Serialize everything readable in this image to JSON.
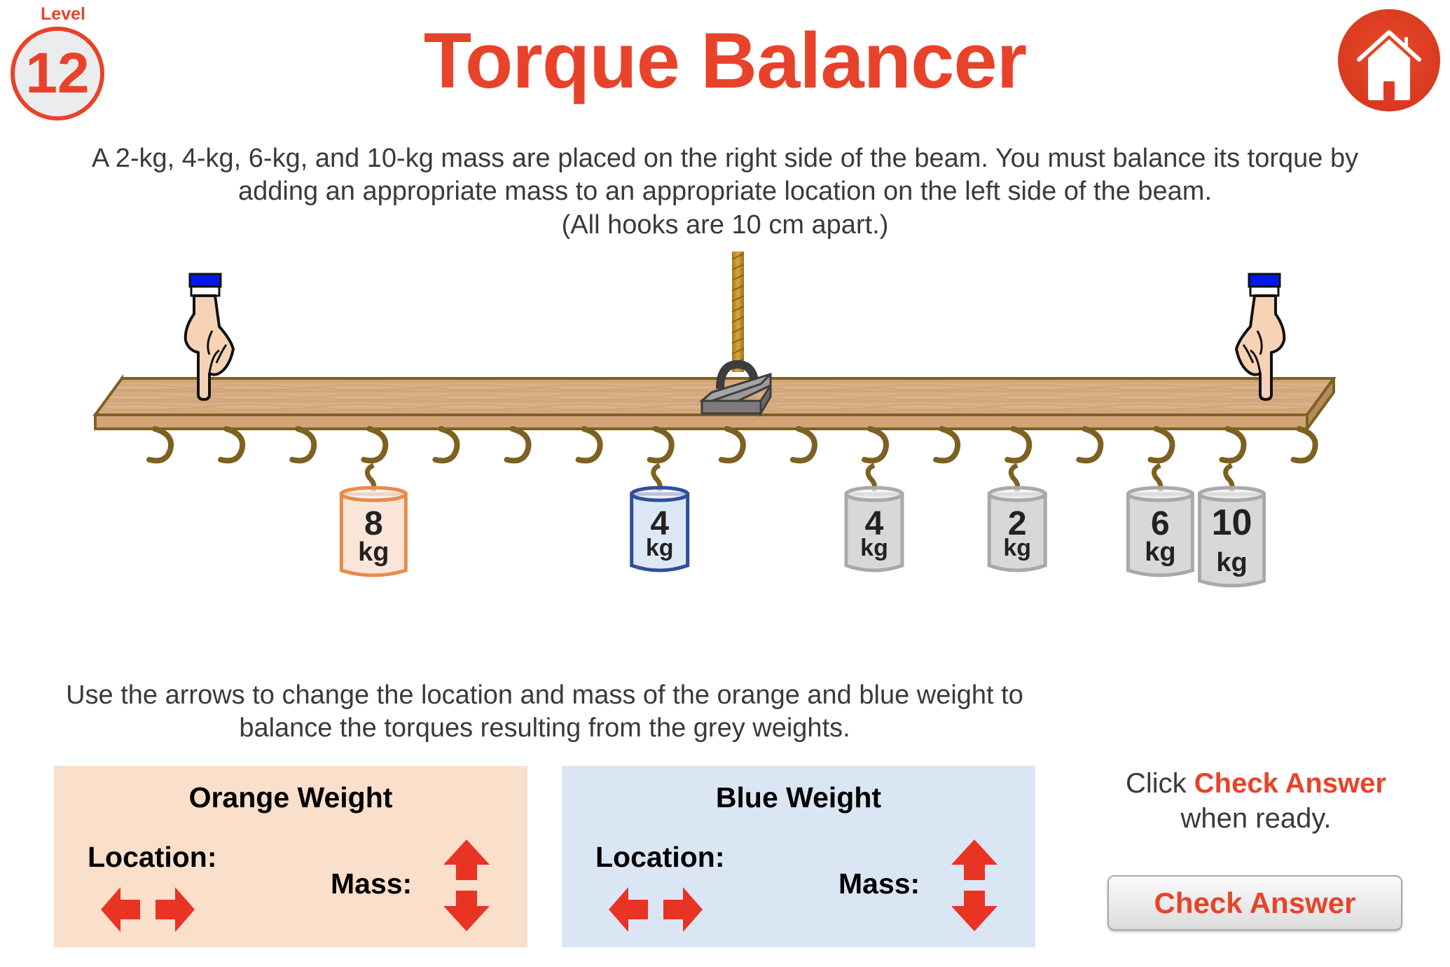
{
  "header": {
    "level_label": "Level",
    "level_number": "12",
    "title": "Torque Balancer",
    "home_icon": "home-icon"
  },
  "description": {
    "line1": "A 2-kg, 4-kg, 6-kg, and 10-kg mass are placed on the right side of the beam. You must balance its torque by",
    "line2": "adding an appropriate mass to an appropriate location on the left side of the beam.",
    "line3": "(All hooks are 10 cm apart.)"
  },
  "beam": {
    "hook_count": 17,
    "pivot_hook_index": 8,
    "hook_spacing_cm": 10,
    "weights": [
      {
        "id": "orange",
        "mass": "8",
        "unit": "kg",
        "hook_index": 3,
        "fill": "#fae5d8",
        "stroke": "#e88a4a",
        "adjustable": true
      },
      {
        "id": "blue",
        "mass": "4",
        "unit": "kg",
        "hook_index": 7,
        "fill": "#dde8f6",
        "stroke": "#2f4f9a",
        "adjustable": true
      },
      {
        "id": "grey-4",
        "mass": "4",
        "unit": "kg",
        "hook_index": 10,
        "fill": "#d8d8d8",
        "stroke": "#a9a9a9",
        "adjustable": false
      },
      {
        "id": "grey-2",
        "mass": "2",
        "unit": "kg",
        "hook_index": 12,
        "fill": "#d8d8d8",
        "stroke": "#a9a9a9",
        "adjustable": false
      },
      {
        "id": "grey-6",
        "mass": "6",
        "unit": "kg",
        "hook_index": 14,
        "fill": "#d8d8d8",
        "stroke": "#a9a9a9",
        "adjustable": false
      },
      {
        "id": "grey-10",
        "mass": "10",
        "unit": "kg",
        "hook_index": 15,
        "fill": "#d8d8d8",
        "stroke": "#a9a9a9",
        "adjustable": false
      }
    ]
  },
  "instructions": {
    "line1": "Use the arrows to change the location and mass of the orange and blue weight to",
    "line2": "balance the torques resulting from the grey weights."
  },
  "controls": {
    "orange": {
      "title": "Orange Weight",
      "location_label": "Location:",
      "mass_label": "Mass:"
    },
    "blue": {
      "title": "Blue Weight",
      "location_label": "Location:",
      "mass_label": "Mass:"
    }
  },
  "check": {
    "hint_prefix": "Click ",
    "hint_highlight": "Check Answer",
    "hint_suffix": "when ready.",
    "button_label": "Check Answer"
  },
  "colors": {
    "accent": "#e8432a",
    "arrow": "#e93323",
    "wood": "#d9ab7e",
    "wood_edge": "#7d6121",
    "hook": "#7d6121"
  }
}
